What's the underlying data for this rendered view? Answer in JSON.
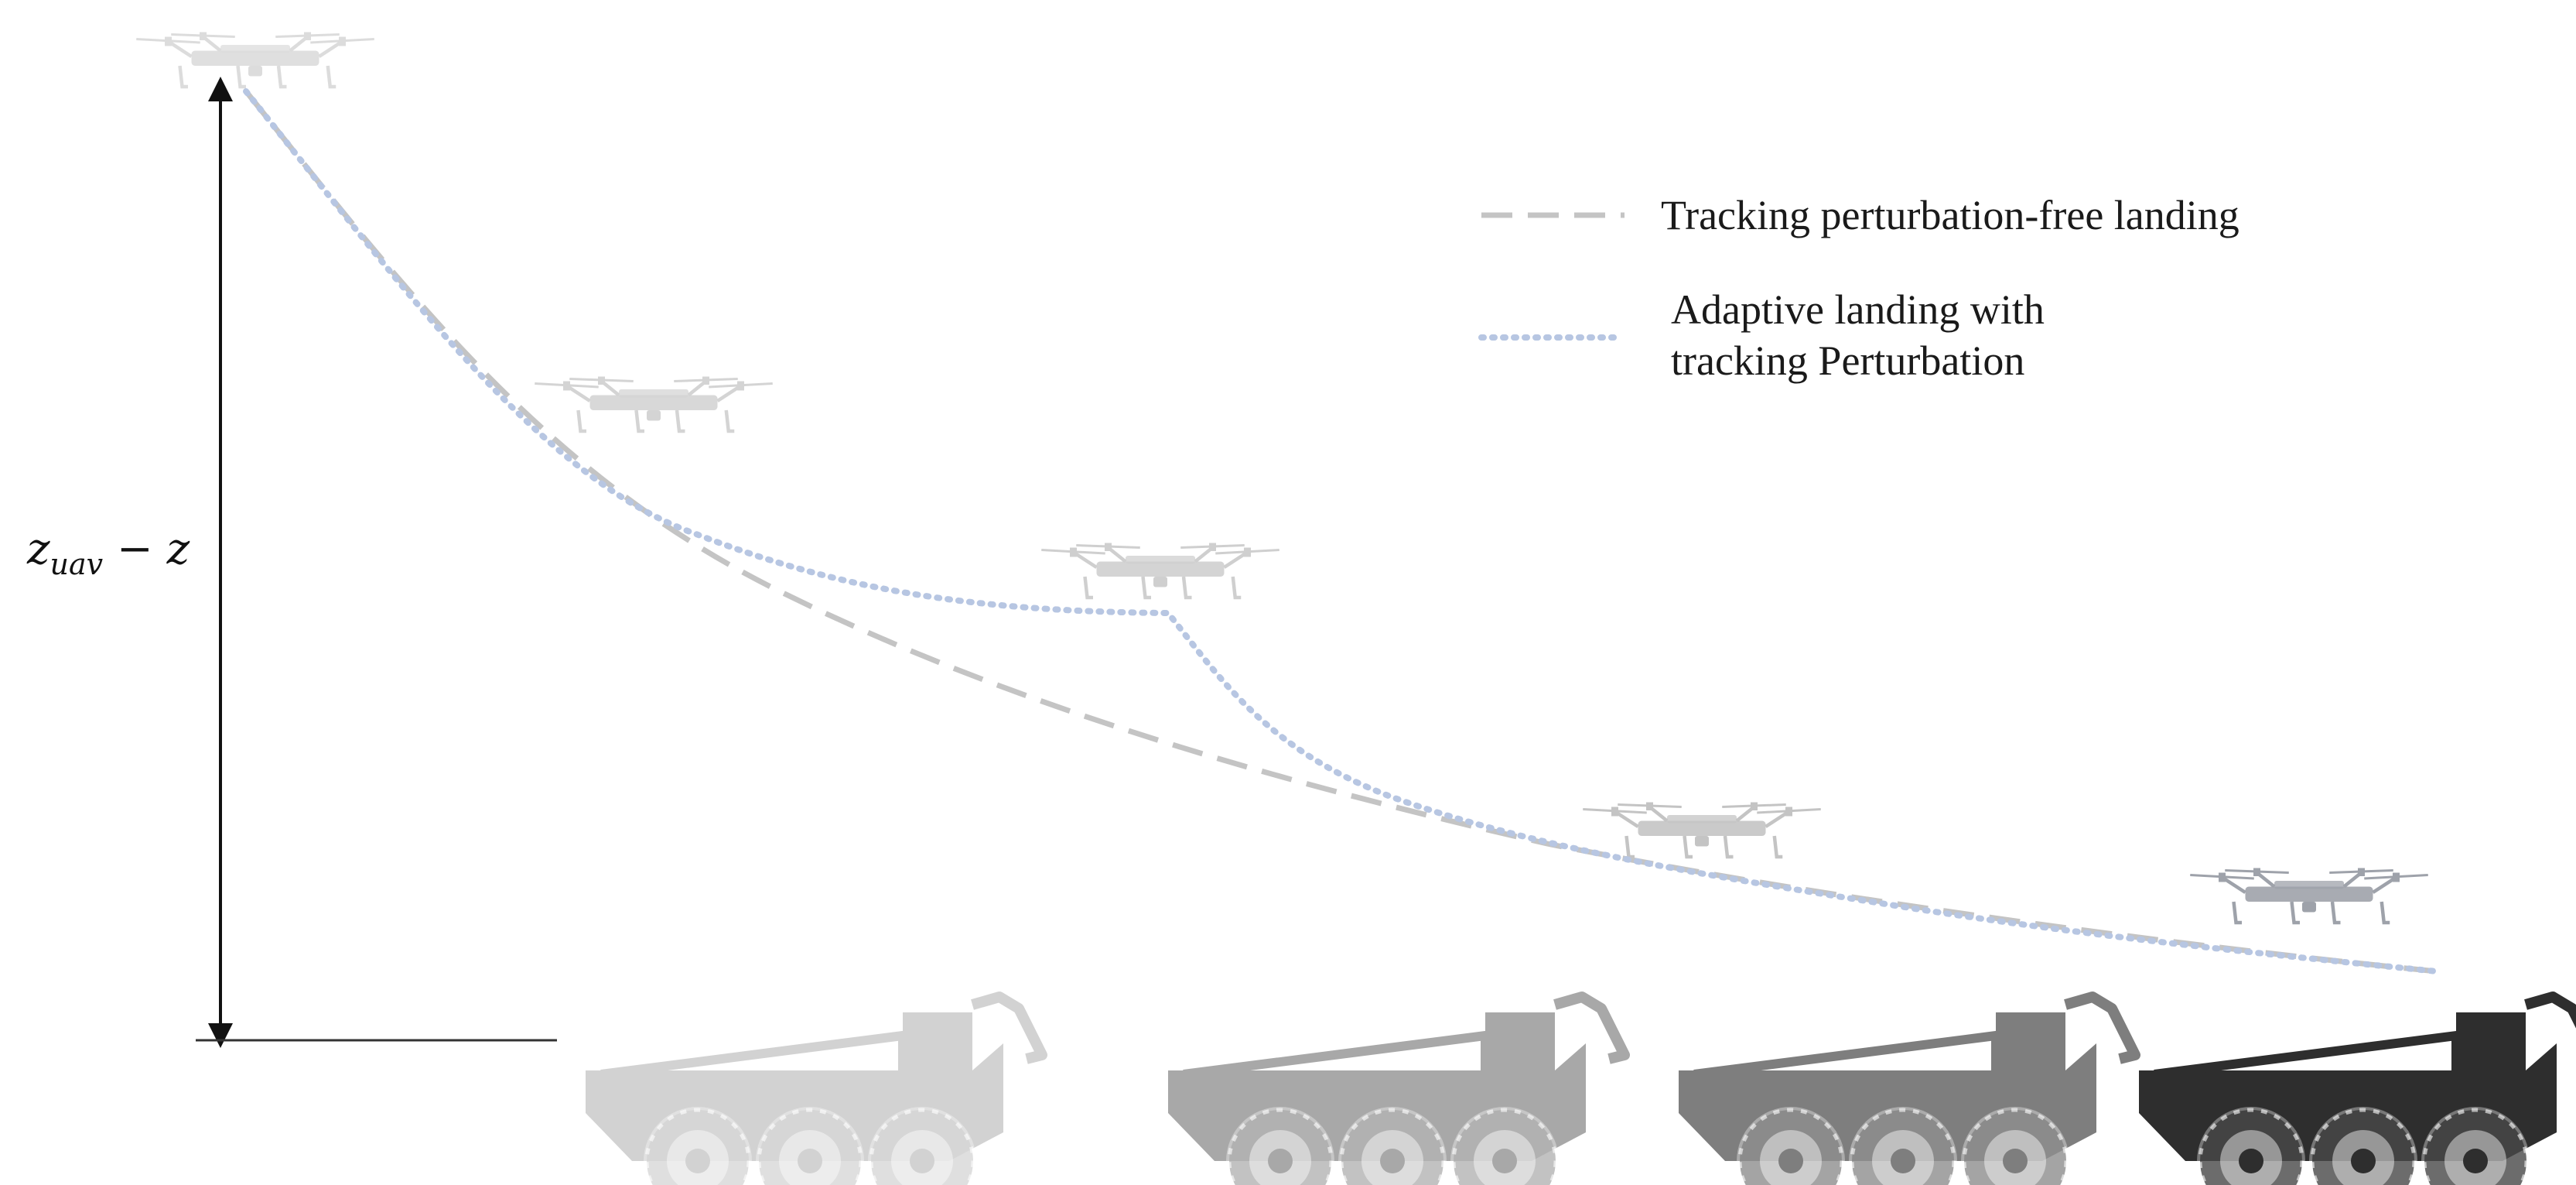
{
  "legend": {
    "items": [
      {
        "label": "Tracking perturbation-free landing",
        "style": "dashed",
        "color": "#c4c4c4"
      },
      {
        "label_line1": "Adaptive landing with",
        "label_line2": "tracking Perturbation",
        "style": "dotted",
        "color": "#b7c6e2"
      }
    ]
  },
  "axis": {
    "label_main": "z",
    "label_sub": "uav",
    "label_rest": " − z"
  },
  "colors": {
    "arrow": "#111111",
    "ground_line": "#333333",
    "rover_shades": [
      "#d2d2d2",
      "#a8a8a8",
      "#7e7e7e",
      "#2e2e2e"
    ],
    "drone_shades": [
      "#dcdcdc",
      "#d4d4d4",
      "#cfcfcf",
      "#c4c4c4",
      "#9ea2aa"
    ]
  },
  "icons": {
    "drone": "quadcopter-drone-icon",
    "rover": "six-wheel-rover-icon"
  }
}
